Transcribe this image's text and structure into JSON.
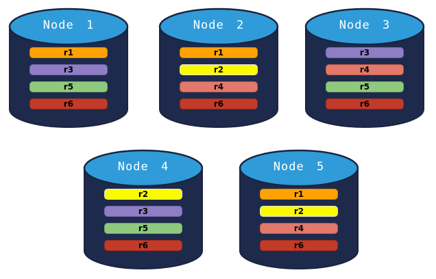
{
  "nodes": [
    {
      "label": "Node 1",
      "replicas": [
        "r1",
        "r3",
        "r5",
        "r6"
      ]
    },
    {
      "label": "Node 2",
      "replicas": [
        "r1",
        "r2",
        "r4",
        "r6"
      ]
    },
    {
      "label": "Node 3",
      "replicas": [
        "r3",
        "r4",
        "r5",
        "r6"
      ]
    },
    {
      "label": "Node 4",
      "replicas": [
        "r2",
        "r3",
        "r5",
        "r6"
      ]
    },
    {
      "label": "Node 5",
      "replicas": [
        "r1",
        "r2",
        "r4",
        "r6"
      ]
    }
  ],
  "replica_styles": {
    "r1": {
      "fill": "#FFA305",
      "border": "#D68700"
    },
    "r2": {
      "fill": "#FAFA00",
      "border": "#E8E8DC"
    },
    "r3": {
      "fill": "#8F7EC4",
      "border": "#7667AE"
    },
    "r4": {
      "fill": "#E2796A",
      "border": "#C05848"
    },
    "r5": {
      "fill": "#8EC97D",
      "border": "#6FAE5F"
    },
    "r6": {
      "fill": "#C23A28",
      "border": "#9E2C1C"
    }
  },
  "palette": {
    "background": "#FFFFFF",
    "cylinder_body": "#1E2A4C",
    "cylinder_top": "#2F9CD9",
    "cylinder_outline": "#1A2440",
    "title_text": "#FFFFFF",
    "bar_text": "#000000"
  }
}
